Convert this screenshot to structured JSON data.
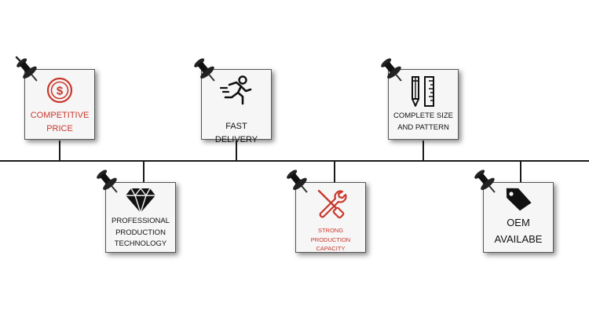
{
  "colors": {
    "accent": "#c9382d",
    "ink": "#111111",
    "line": "#1a1a1a",
    "card": "#f6f6f6"
  },
  "features": [
    {
      "name": "competitive-price",
      "icon": "dollar-coin-icon",
      "line1": "COMPETITIVE",
      "line2": "PRICE",
      "color": "#c9382d"
    },
    {
      "name": "fast-delivery",
      "icon": "running-person-icon",
      "line1": "FAST DELIVERY",
      "line2": "",
      "color": "#111111"
    },
    {
      "name": "complete-size",
      "icon": "pencil-ruler-icon",
      "line1": "COMPLETE SIZE",
      "line2": "AND PATTERN",
      "color": "#111111"
    },
    {
      "name": "professional-tech",
      "icon": "diamond-icon",
      "line1": "PROFESSIONAL",
      "line2": "PRODUCTION",
      "line3": "TECHNOLOGY",
      "color": "#111111"
    },
    {
      "name": "strong-capacity",
      "icon": "wrench-screwdriver-icon",
      "line1": "STRONG PRODUCTION",
      "line2": "CAPACITY",
      "color": "#c9382d"
    },
    {
      "name": "oem-available",
      "icon": "price-tag-icon",
      "line1": "OEM",
      "line2": "AVAILABE",
      "color": "#111111"
    }
  ]
}
